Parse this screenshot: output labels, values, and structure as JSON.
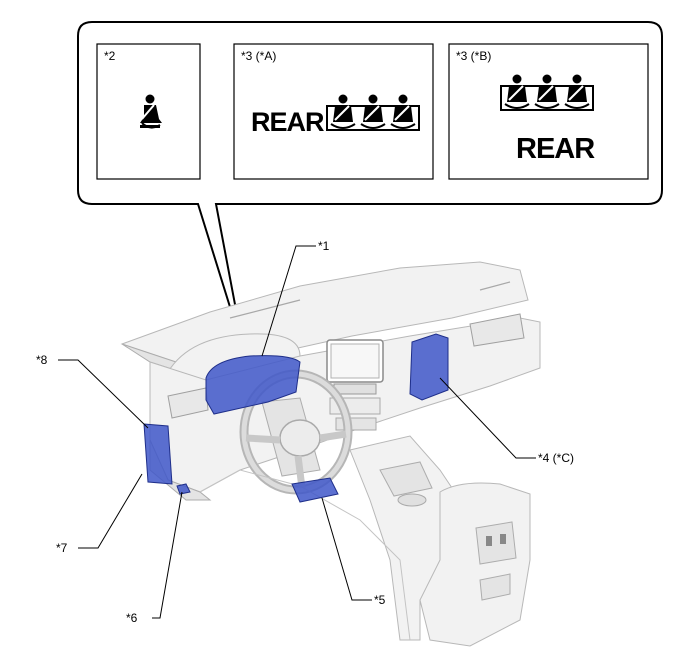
{
  "inset": {
    "panels": [
      {
        "id": "2",
        "label": "*2",
        "icon": "seatbelt-driver-icon",
        "rear_text": ""
      },
      {
        "id": "3A",
        "label": "*3 (*A)",
        "icon": "seatbelt-rear-three-seats-icon",
        "rear_text": "REAR"
      },
      {
        "id": "3B",
        "label": "*3 (*B)",
        "icon": "seatbelt-rear-three-seats-icon",
        "rear_text": "REAR"
      }
    ]
  },
  "callouts": {
    "c1": "*1",
    "c4": "*4 (*C)",
    "c5": "*5",
    "c6": "*6",
    "c7": "*7",
    "c8": "*8"
  },
  "colors": {
    "highlight": "#3f57c9",
    "dashboard": "#f2f2f2",
    "outline": "#000000"
  }
}
